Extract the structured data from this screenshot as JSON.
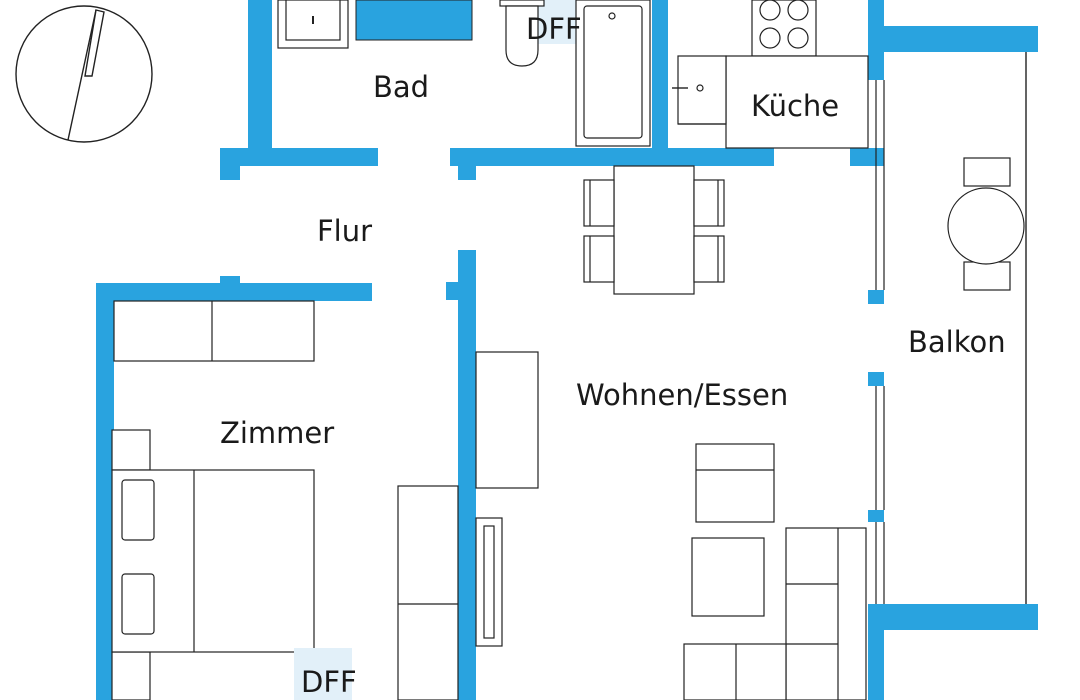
{
  "labels": {
    "bad": "Bad",
    "kueche": "Küche",
    "flur": "Flur",
    "zimmer": "Zimmer",
    "wohnen": "Wohnen/Essen",
    "balkon": "Balkon",
    "dff_top": "DFF",
    "dff_bottom": "DFF"
  },
  "colors": {
    "wall": "#29a3df",
    "dff_highlight": "#e2f0f9"
  }
}
